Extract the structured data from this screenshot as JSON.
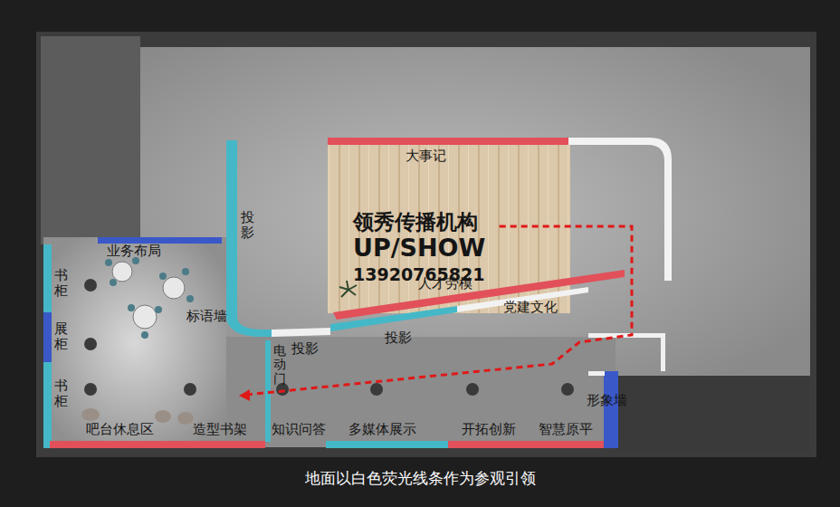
{
  "diagram": {
    "caption": "地面以白色荧光线条作为参观引领",
    "labels": [
      "大事记",
      "领秀传播机构",
      "UP/SHOW",
      "13920765821",
      "人才劳模",
      "党建文化",
      "投影",
      "标语墙",
      "投影",
      "投影",
      "电动门",
      "业务布局",
      "书柜",
      "展柜",
      "书柜",
      "吧台休息区",
      "造型书架",
      "知识问答",
      "多媒体展示",
      "开拓创新",
      "智慧原平",
      "形象墙"
    ]
  }
}
